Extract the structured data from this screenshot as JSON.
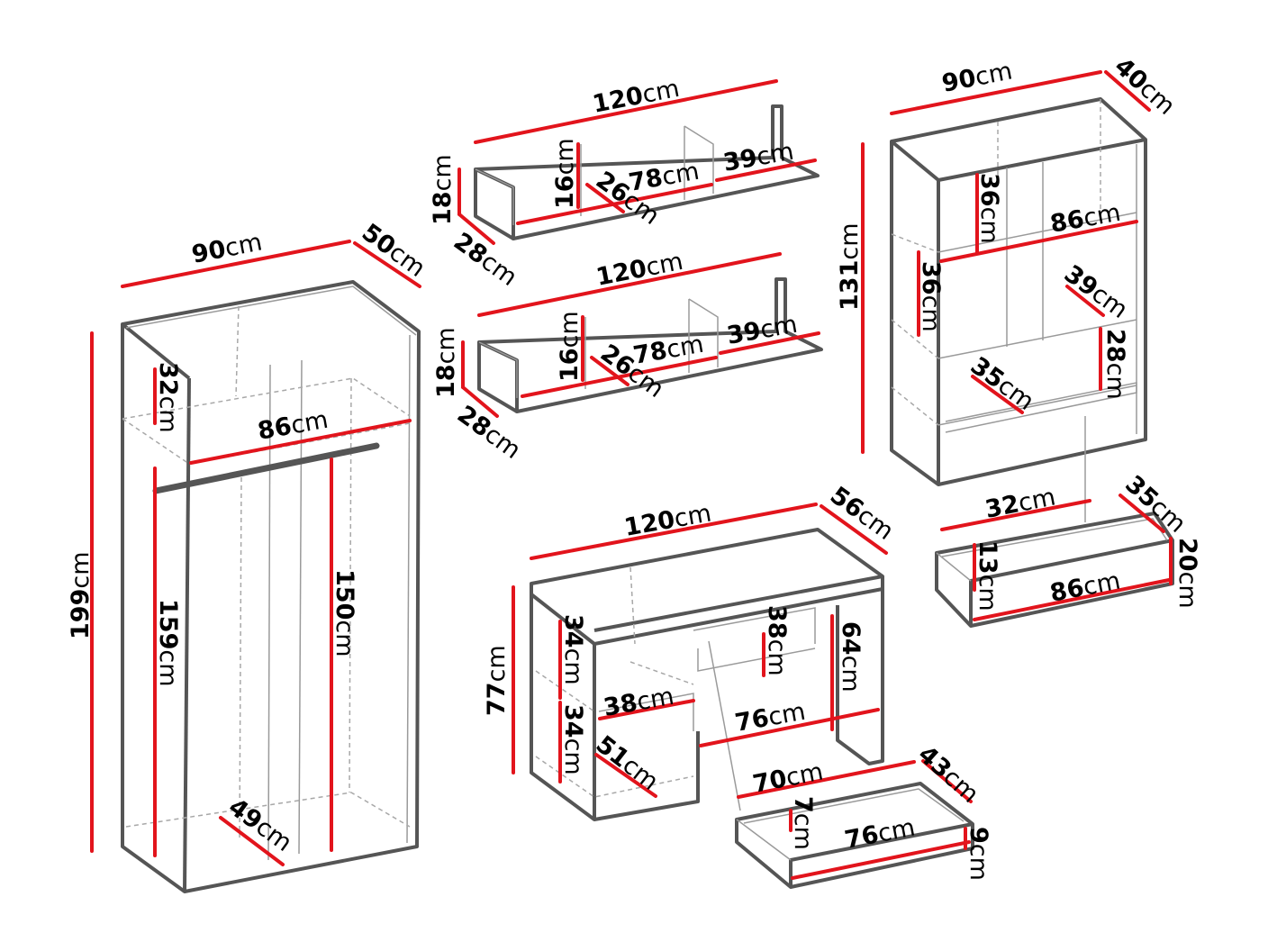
{
  "colors": {
    "dimension": "#e2141c",
    "outline": "#555555",
    "hidden": "#a8a8a8"
  },
  "unit": "cm",
  "wardrobe": {
    "width": {
      "num": "90",
      "unit": "cm"
    },
    "depth": {
      "num": "50",
      "unit": "cm"
    },
    "height": {
      "num": "199",
      "unit": "cm"
    },
    "shelf_height": {
      "num": "32",
      "unit": "cm"
    },
    "shelf_width": {
      "num": "86",
      "unit": "cm"
    },
    "left_height": {
      "num": "159",
      "unit": "cm"
    },
    "hanging_height": {
      "num": "150",
      "unit": "cm"
    },
    "inner_depth": {
      "num": "49",
      "unit": "cm"
    }
  },
  "wall_shelf_top": {
    "width": {
      "num": "120",
      "unit": "cm"
    },
    "height": {
      "num": "18",
      "unit": "cm"
    },
    "depth": {
      "num": "28",
      "unit": "cm"
    },
    "inner_height": {
      "num": "16",
      "unit": "cm"
    },
    "inner_depth": {
      "num": "26",
      "unit": "cm"
    },
    "middle_width": {
      "num": "78",
      "unit": "cm"
    },
    "side_width": {
      "num": "39",
      "unit": "cm"
    }
  },
  "wall_shelf_bottom": {
    "width": {
      "num": "120",
      "unit": "cm"
    },
    "height": {
      "num": "18",
      "unit": "cm"
    },
    "depth": {
      "num": "28",
      "unit": "cm"
    },
    "inner_height": {
      "num": "16",
      "unit": "cm"
    },
    "inner_depth": {
      "num": "26",
      "unit": "cm"
    },
    "middle_width": {
      "num": "78",
      "unit": "cm"
    },
    "side_width": {
      "num": "39",
      "unit": "cm"
    }
  },
  "bookcase": {
    "width": {
      "num": "90",
      "unit": "cm"
    },
    "depth": {
      "num": "40",
      "unit": "cm"
    },
    "height": {
      "num": "131",
      "unit": "cm"
    },
    "upper_height": {
      "num": "36",
      "unit": "cm"
    },
    "shelf_width": {
      "num": "86",
      "unit": "cm"
    },
    "mid_height": {
      "num": "36",
      "unit": "cm"
    },
    "shelf_depth": {
      "num": "39",
      "unit": "cm"
    },
    "lower_height": {
      "num": "28",
      "unit": "cm"
    },
    "lower_depth": {
      "num": "35",
      "unit": "cm"
    }
  },
  "bookcase_drawer": {
    "depth_inner": {
      "num": "32",
      "unit": "cm"
    },
    "depth": {
      "num": "35",
      "unit": "cm"
    },
    "height": {
      "num": "20",
      "unit": "cm"
    },
    "inner_height": {
      "num": "13",
      "unit": "cm"
    },
    "width": {
      "num": "86",
      "unit": "cm"
    }
  },
  "desk": {
    "width": {
      "num": "120",
      "unit": "cm"
    },
    "depth": {
      "num": "56",
      "unit": "cm"
    },
    "height": {
      "num": "77",
      "unit": "cm"
    },
    "upper_compartment": {
      "num": "34",
      "unit": "cm"
    },
    "lower_compartment": {
      "num": "34",
      "unit": "cm"
    },
    "compartment_width": {
      "num": "38",
      "unit": "cm"
    },
    "compartment_depth": {
      "num": "51",
      "unit": "cm"
    },
    "drawer_opening": {
      "num": "38",
      "unit": "cm"
    },
    "knee_height": {
      "num": "64",
      "unit": "cm"
    },
    "knee_width": {
      "num": "76",
      "unit": "cm"
    }
  },
  "desk_drawer": {
    "depth_inner": {
      "num": "70",
      "unit": "cm"
    },
    "depth": {
      "num": "43",
      "unit": "cm"
    },
    "inner_height": {
      "num": "7",
      "unit": "cm"
    },
    "width": {
      "num": "76",
      "unit": "cm"
    },
    "height": {
      "num": "9",
      "unit": "cm"
    }
  }
}
